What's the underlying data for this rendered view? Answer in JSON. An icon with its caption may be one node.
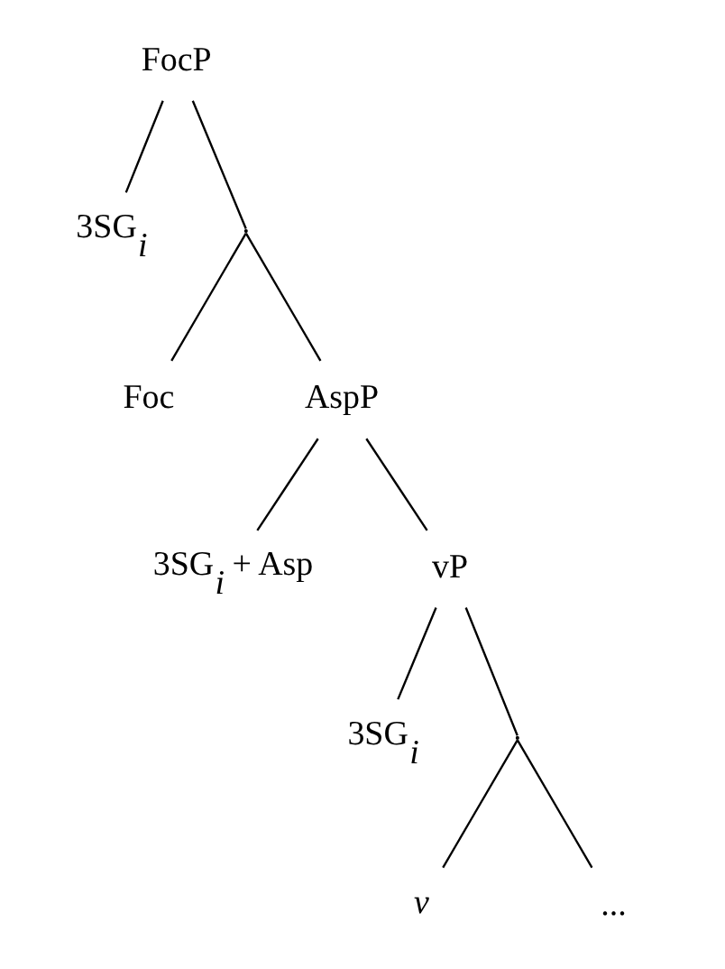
{
  "diagram": {
    "nodes": [
      {
        "text": [
          "FocP"
        ]
      },
      {
        "text": [
          "3SG$_{i}$"
        ]
      },
      {
        "text": [],
        "shape": "point"
      },
      {
        "text": [
          "Foc"
        ]
      },
      {
        "text": [
          "AspP"
        ]
      },
      {
        "text": [
          "3SG$_{i}$ + Asp"
        ]
      },
      {
        "text": [
          "vP"
        ]
      },
      {
        "text": [
          "3SG$_{i}$"
        ]
      },
      {
        "text": [],
        "shape": "point"
      },
      {
        "text": [
          "v"
        ]
      },
      {
        "text": [
          "..."
        ]
      }
    ],
    "edges": [
      {
        "from": 0,
        "to": 1,
        "arrow": "none"
      },
      {
        "from": 0,
        "to": 2,
        "arrow": "none"
      },
      {
        "from": 2,
        "to": 3,
        "arrow": "none"
      },
      {
        "from": 2,
        "to": 4,
        "arrow": "none"
      },
      {
        "from": 4,
        "to": 5,
        "arrow": "none"
      },
      {
        "from": 4,
        "to": 6,
        "arrow": "none"
      },
      {
        "from": 6,
        "to": 7,
        "arrow": "none"
      },
      {
        "from": 6,
        "to": 8,
        "arrow": "none"
      },
      {
        "from": 8,
        "to": 9,
        "arrow": "none"
      },
      {
        "from": 8,
        "to": 10,
        "arrow": "none"
      }
    ]
  }
}
